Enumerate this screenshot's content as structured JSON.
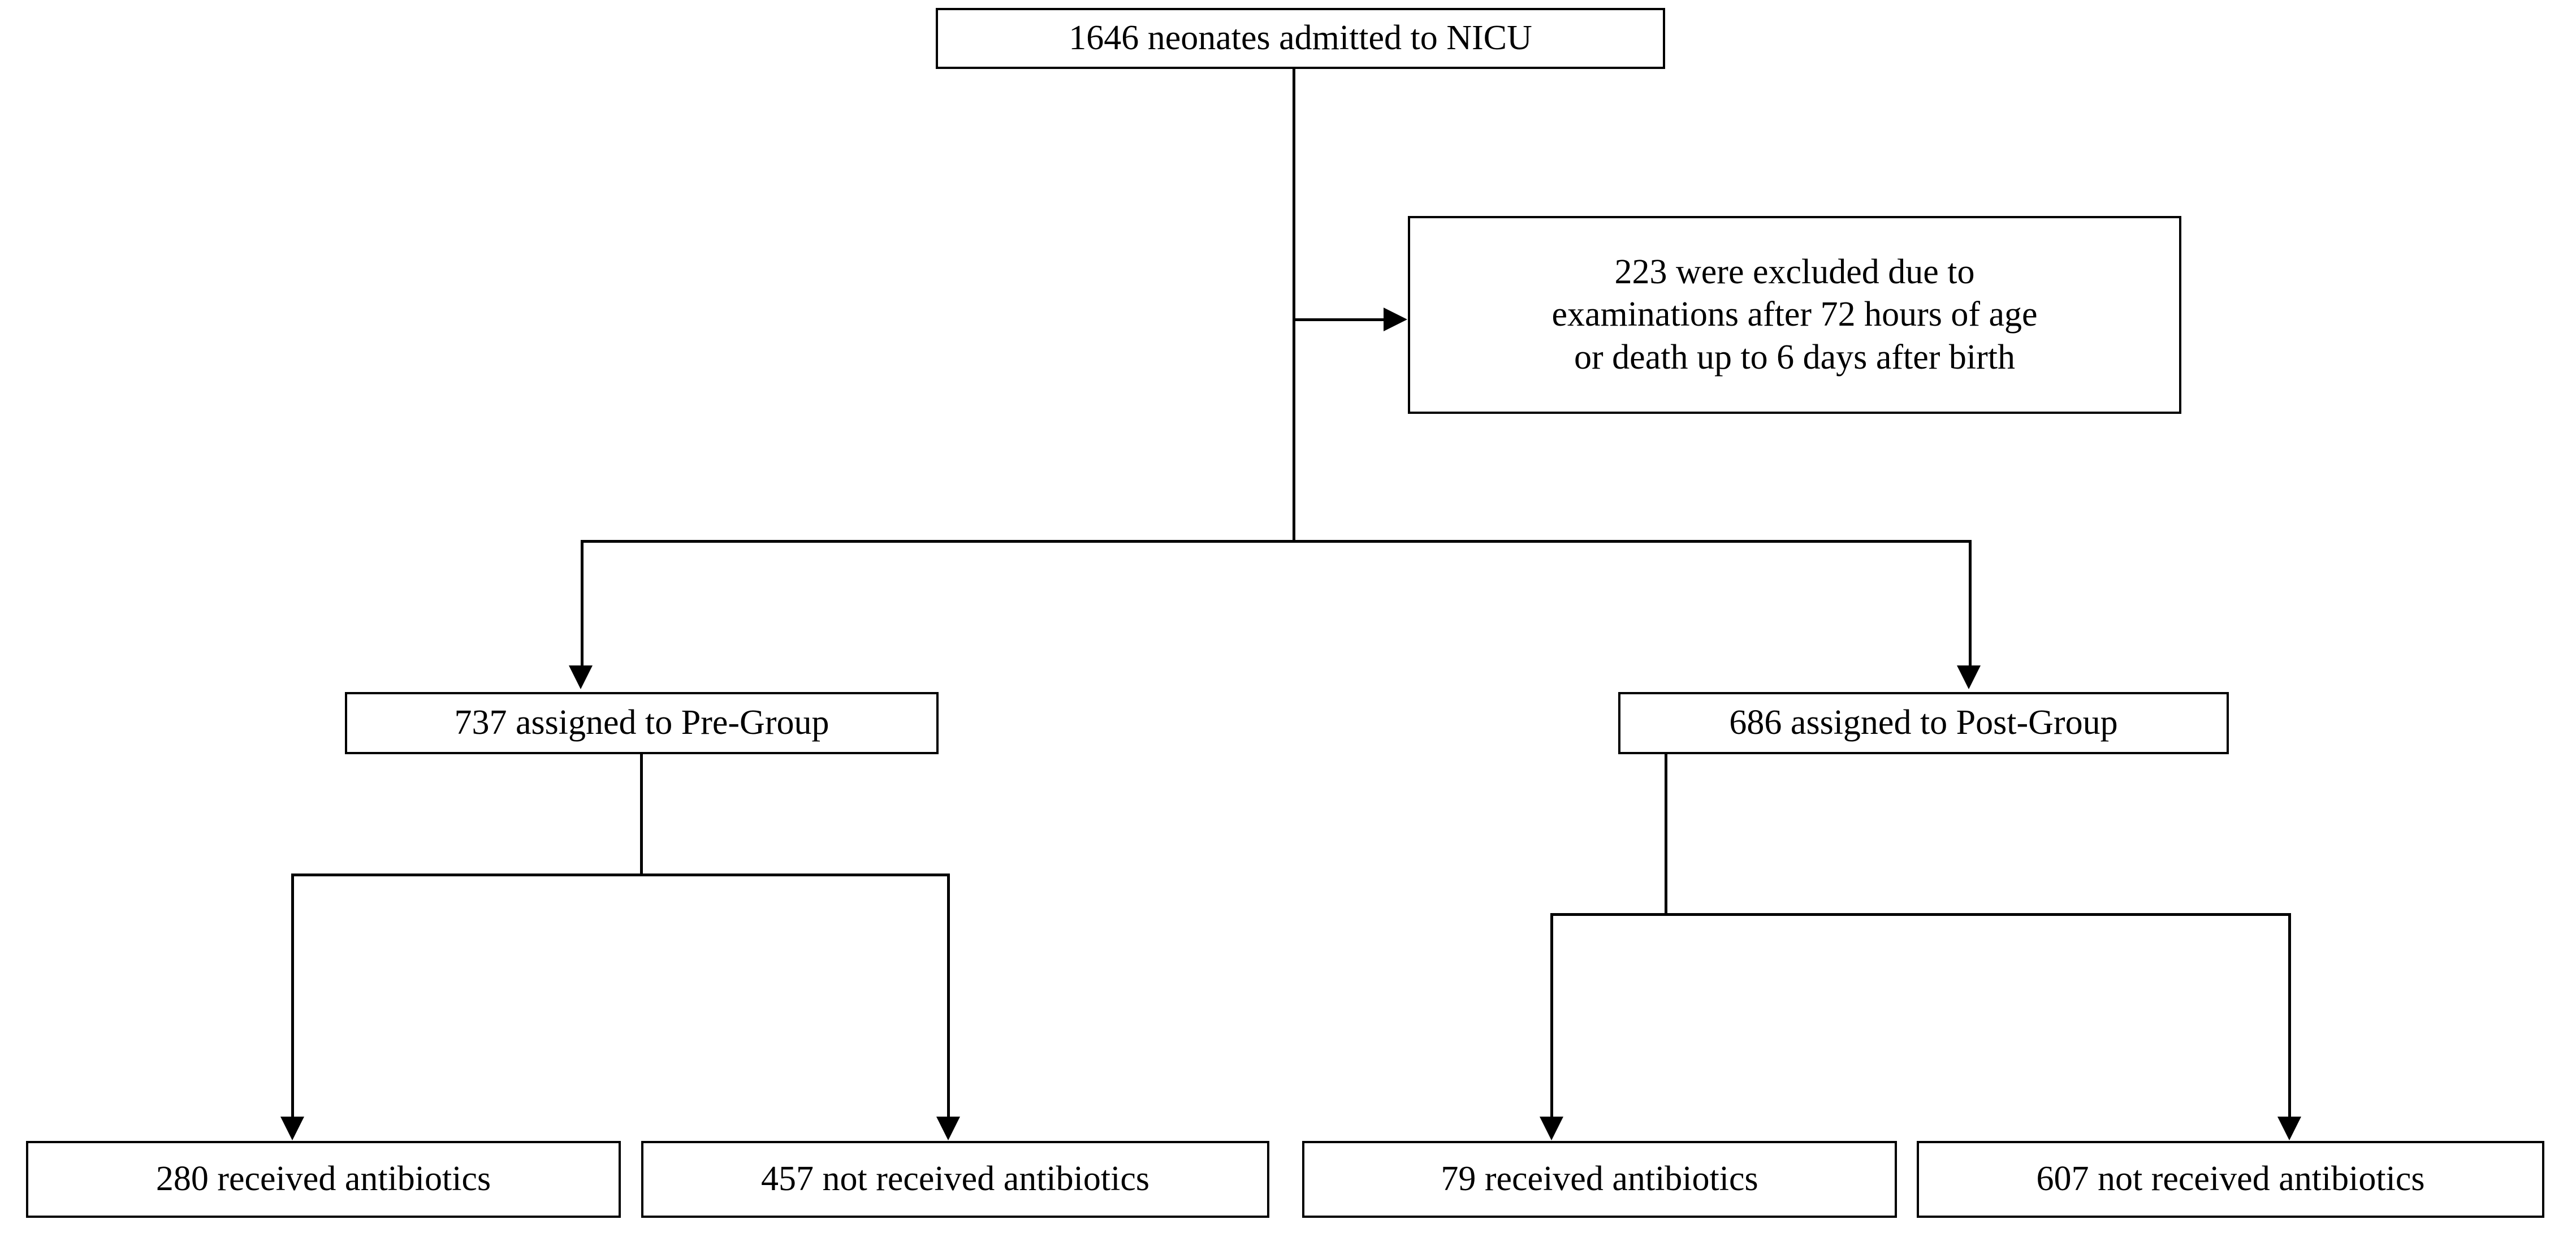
{
  "diagram": {
    "type": "participant-flow-chart",
    "colors": {
      "line": "#000000",
      "box_border": "#000000",
      "box_fill": "#ffffff",
      "text": "#000000",
      "background": "#ffffff"
    },
    "nodes": {
      "enrollment": {
        "label": "1646 neonates admitted to NICU",
        "count": 1646
      },
      "excluded": {
        "count": 223,
        "line1": "223 were excluded due to",
        "line2": "examinations after 72 hours of age",
        "line3": "or death up to 6 days after birth"
      },
      "pre_group": {
        "label": "737 assigned to Pre-Group",
        "count": 737
      },
      "post_group": {
        "label": "686 assigned to Post-Group",
        "count": 686
      },
      "pre_received": {
        "label": "280 received antibiotics",
        "count": 280
      },
      "pre_not_received": {
        "label": "457 not received antibiotics",
        "count": 457
      },
      "post_received": {
        "label": "79 received antibiotics",
        "count": 79
      },
      "post_not_received": {
        "label": "607 not received antibiotics",
        "count": 607
      }
    }
  }
}
